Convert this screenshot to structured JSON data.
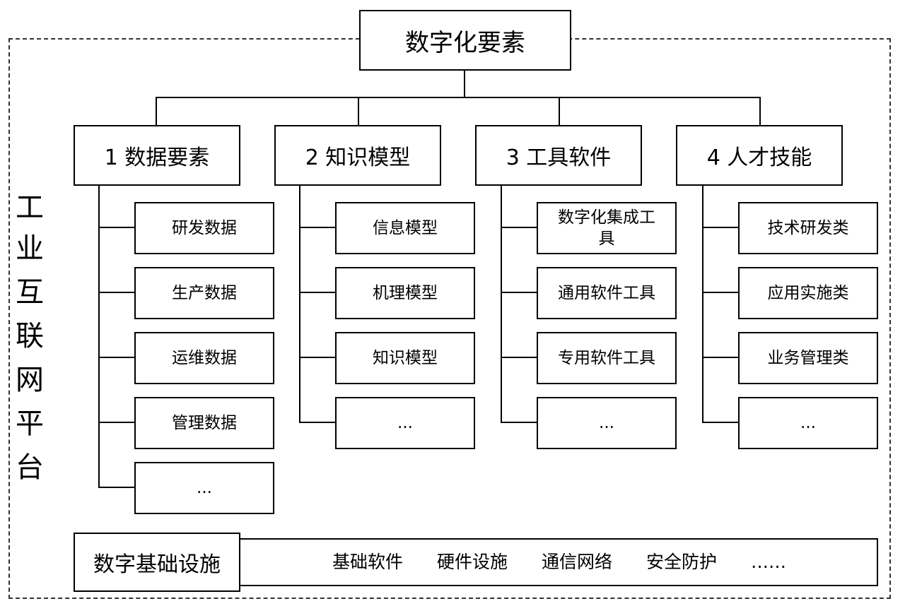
{
  "root": {
    "label": "数字化要素"
  },
  "platform_label": [
    "工",
    "业",
    "互",
    "联",
    "网",
    "平",
    "台"
  ],
  "categories": [
    {
      "label": "1 数据要素",
      "items": [
        "研发数据",
        "生产数据",
        "运维数据",
        "管理数据",
        "..."
      ]
    },
    {
      "label": "2 知识模型",
      "items": [
        "信息模型",
        "机理模型",
        "知识模型",
        "..."
      ]
    },
    {
      "label": "3 工具软件",
      "items": [
        "数字化集成工具",
        "通用软件工具",
        "专用软件工具",
        "..."
      ]
    },
    {
      "label": "4 人才技能",
      "items": [
        "技术研发类",
        "应用实施类",
        "业务管理类",
        "..."
      ]
    }
  ],
  "infrastructure": {
    "label": "数字基础设施",
    "items": [
      "基础软件",
      "硬件设施",
      "通信网络",
      "安全防护",
      "……"
    ]
  }
}
